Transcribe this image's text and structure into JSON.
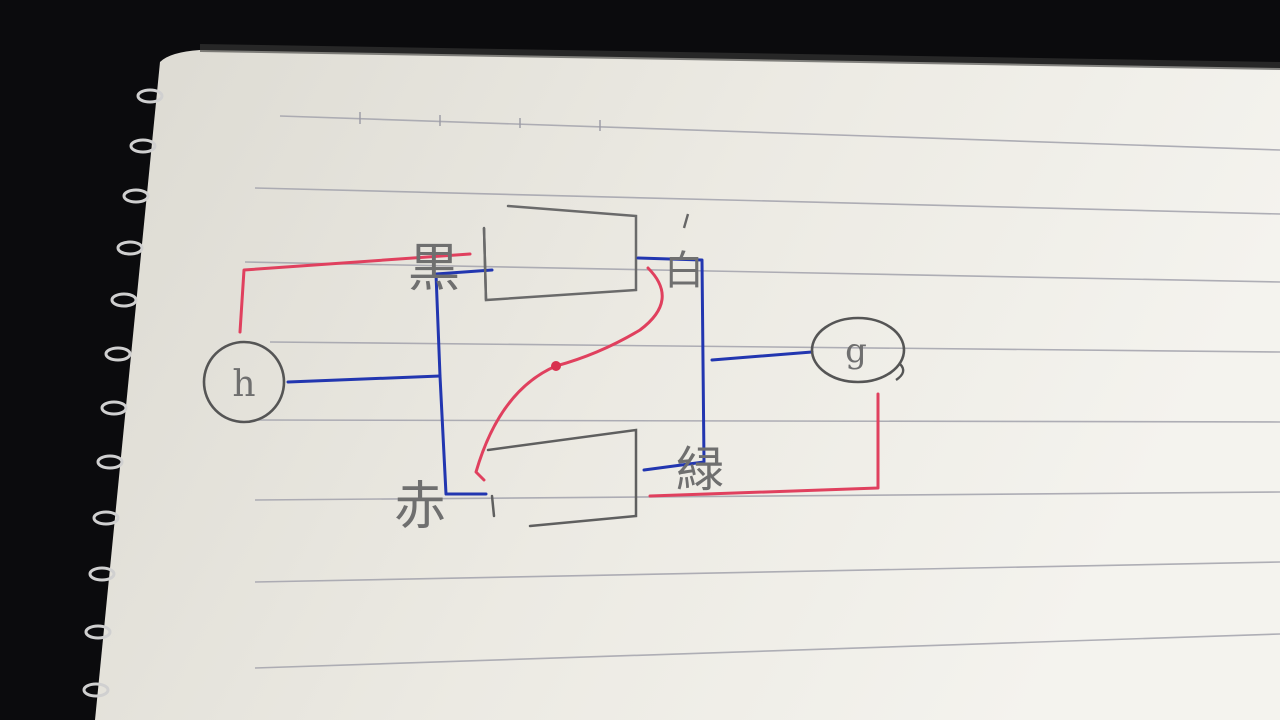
{
  "notebook": {
    "paper_color": "#eceae2",
    "rule_color": "#9c9ca6",
    "spiral_color": "#d2d2d2"
  },
  "diagram": {
    "nodes": [
      {
        "id": "h",
        "label": "h"
      },
      {
        "id": "g",
        "label": "g"
      }
    ],
    "terminal_labels": {
      "black": "黒",
      "white": "白",
      "red": "赤",
      "green": "緑"
    },
    "wire_colors": {
      "red": "#e0405e",
      "blue": "#2236b0",
      "pencil": "#6a6a6a"
    }
  }
}
